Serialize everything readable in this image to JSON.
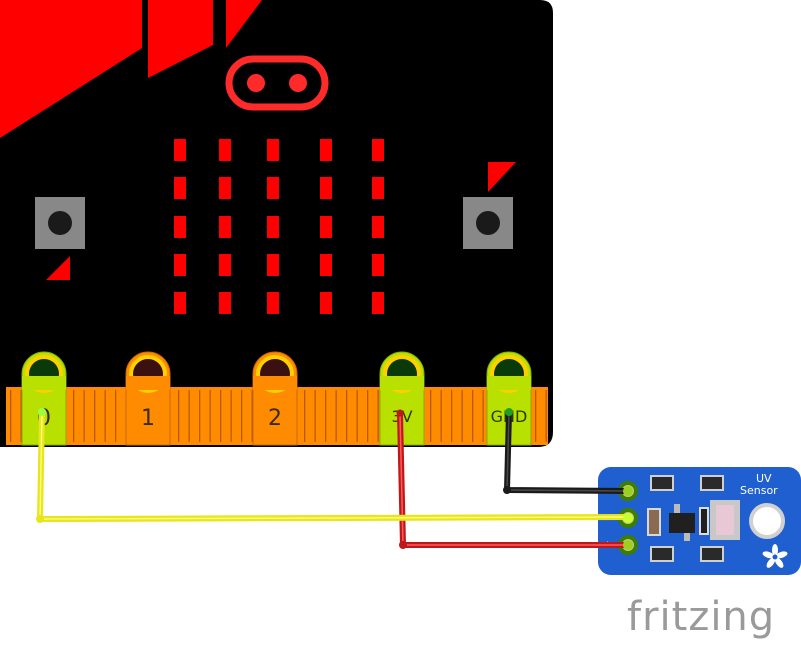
{
  "microbit": {
    "pins": [
      {
        "id": "pin0",
        "label": "0"
      },
      {
        "id": "pin1",
        "label": "1"
      },
      {
        "id": "pin2",
        "label": "2"
      },
      {
        "id": "pin3v",
        "label": "3V"
      },
      {
        "id": "pingnd",
        "label": "GND"
      }
    ]
  },
  "sensor": {
    "title_line1": "UV",
    "title_line2": "Sensor",
    "pin_marks": [
      "-",
      "o",
      "+"
    ]
  },
  "wires": {
    "colors": {
      "signal": "#e6e61a",
      "power": "#c01818",
      "ground": "#1a1a1a"
    }
  },
  "colors": {
    "board": "#000000",
    "accent": "#ff0000",
    "edge_connector": "#ff8c00",
    "pad_highlight": "#b8e000",
    "sensor_board": "#1f5fcf"
  },
  "brand": {
    "text": "fritzing"
  }
}
